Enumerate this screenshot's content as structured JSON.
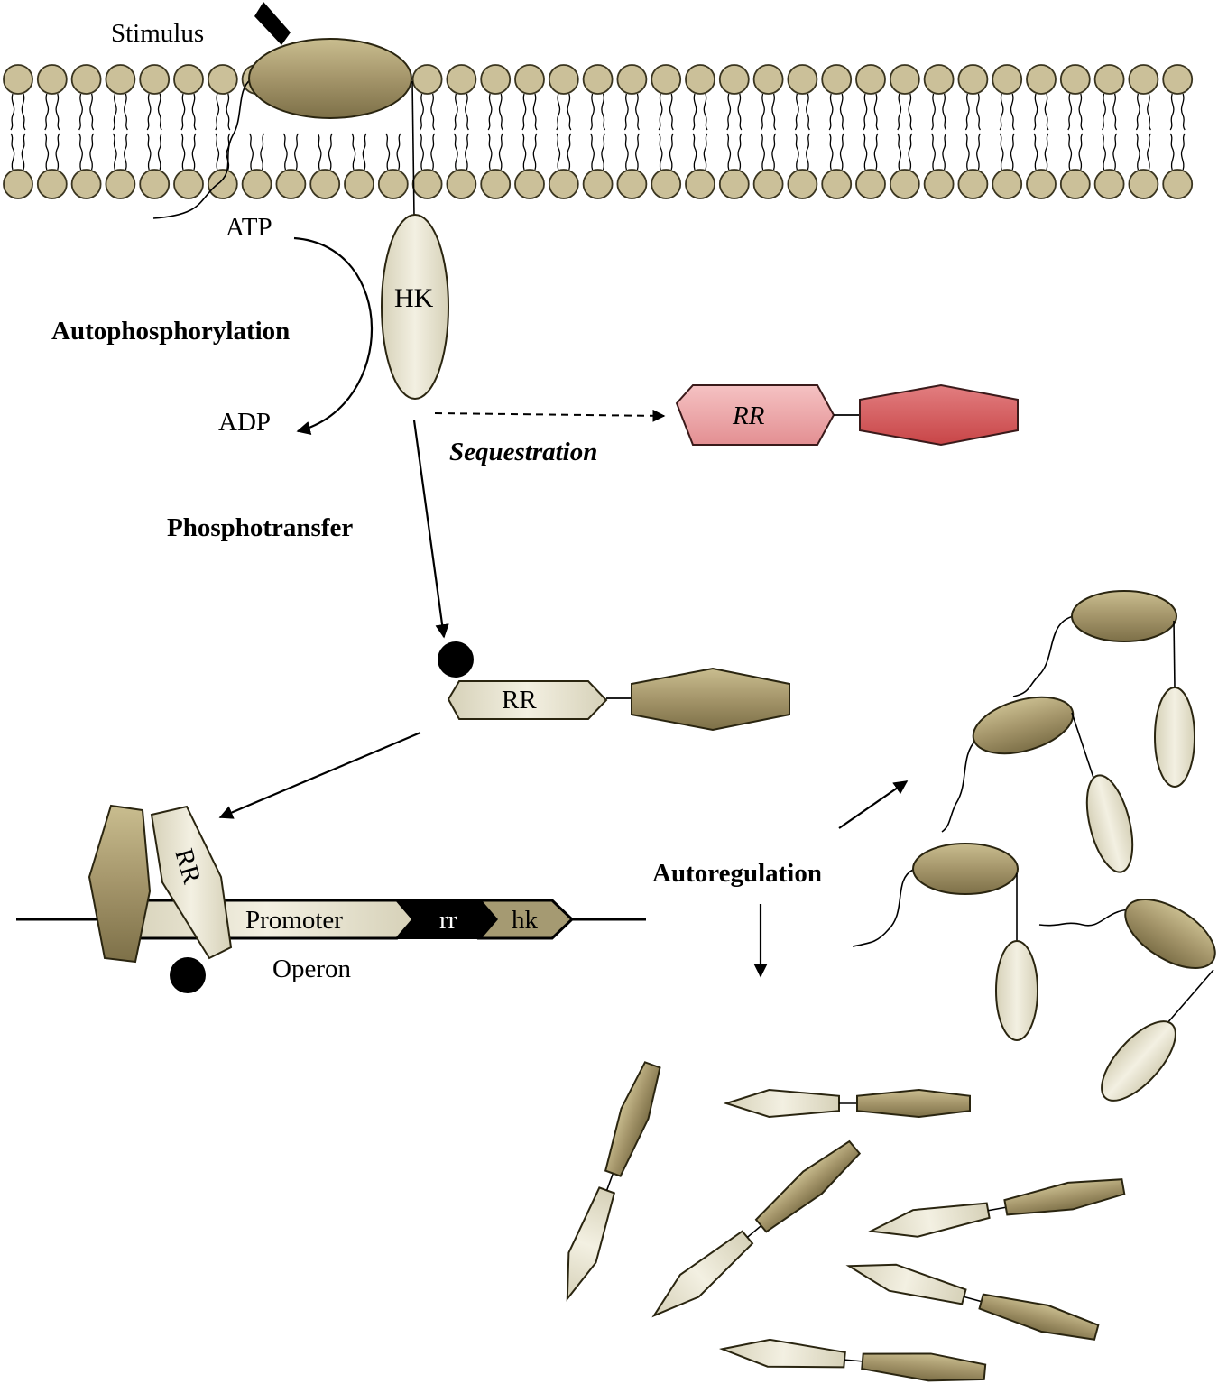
{
  "labels": {
    "stimulus": "Stimulus",
    "atp": "ATP",
    "adp": "ADP",
    "autophosphorylation": "Autophosphorylation",
    "hk": "HK",
    "sequestration": "Sequestration",
    "rr_sequestered": "RR",
    "phosphotransfer": "Phosphotransfer",
    "rr_phosphorylated": "RR",
    "rr_bound": "RR",
    "promoter": "Promoter",
    "rr_gene": "rr",
    "hk_gene": "hk",
    "operon": "Operon",
    "autoregulation": "Autoregulation"
  },
  "colors": {
    "olive": "#a4956a",
    "olive_dark": "#4a4228",
    "cream": "#ece8d6",
    "lipid_head": "#cbc099",
    "pink": "#eea3a5",
    "red": "#d65a5c",
    "black": "#000000"
  }
}
